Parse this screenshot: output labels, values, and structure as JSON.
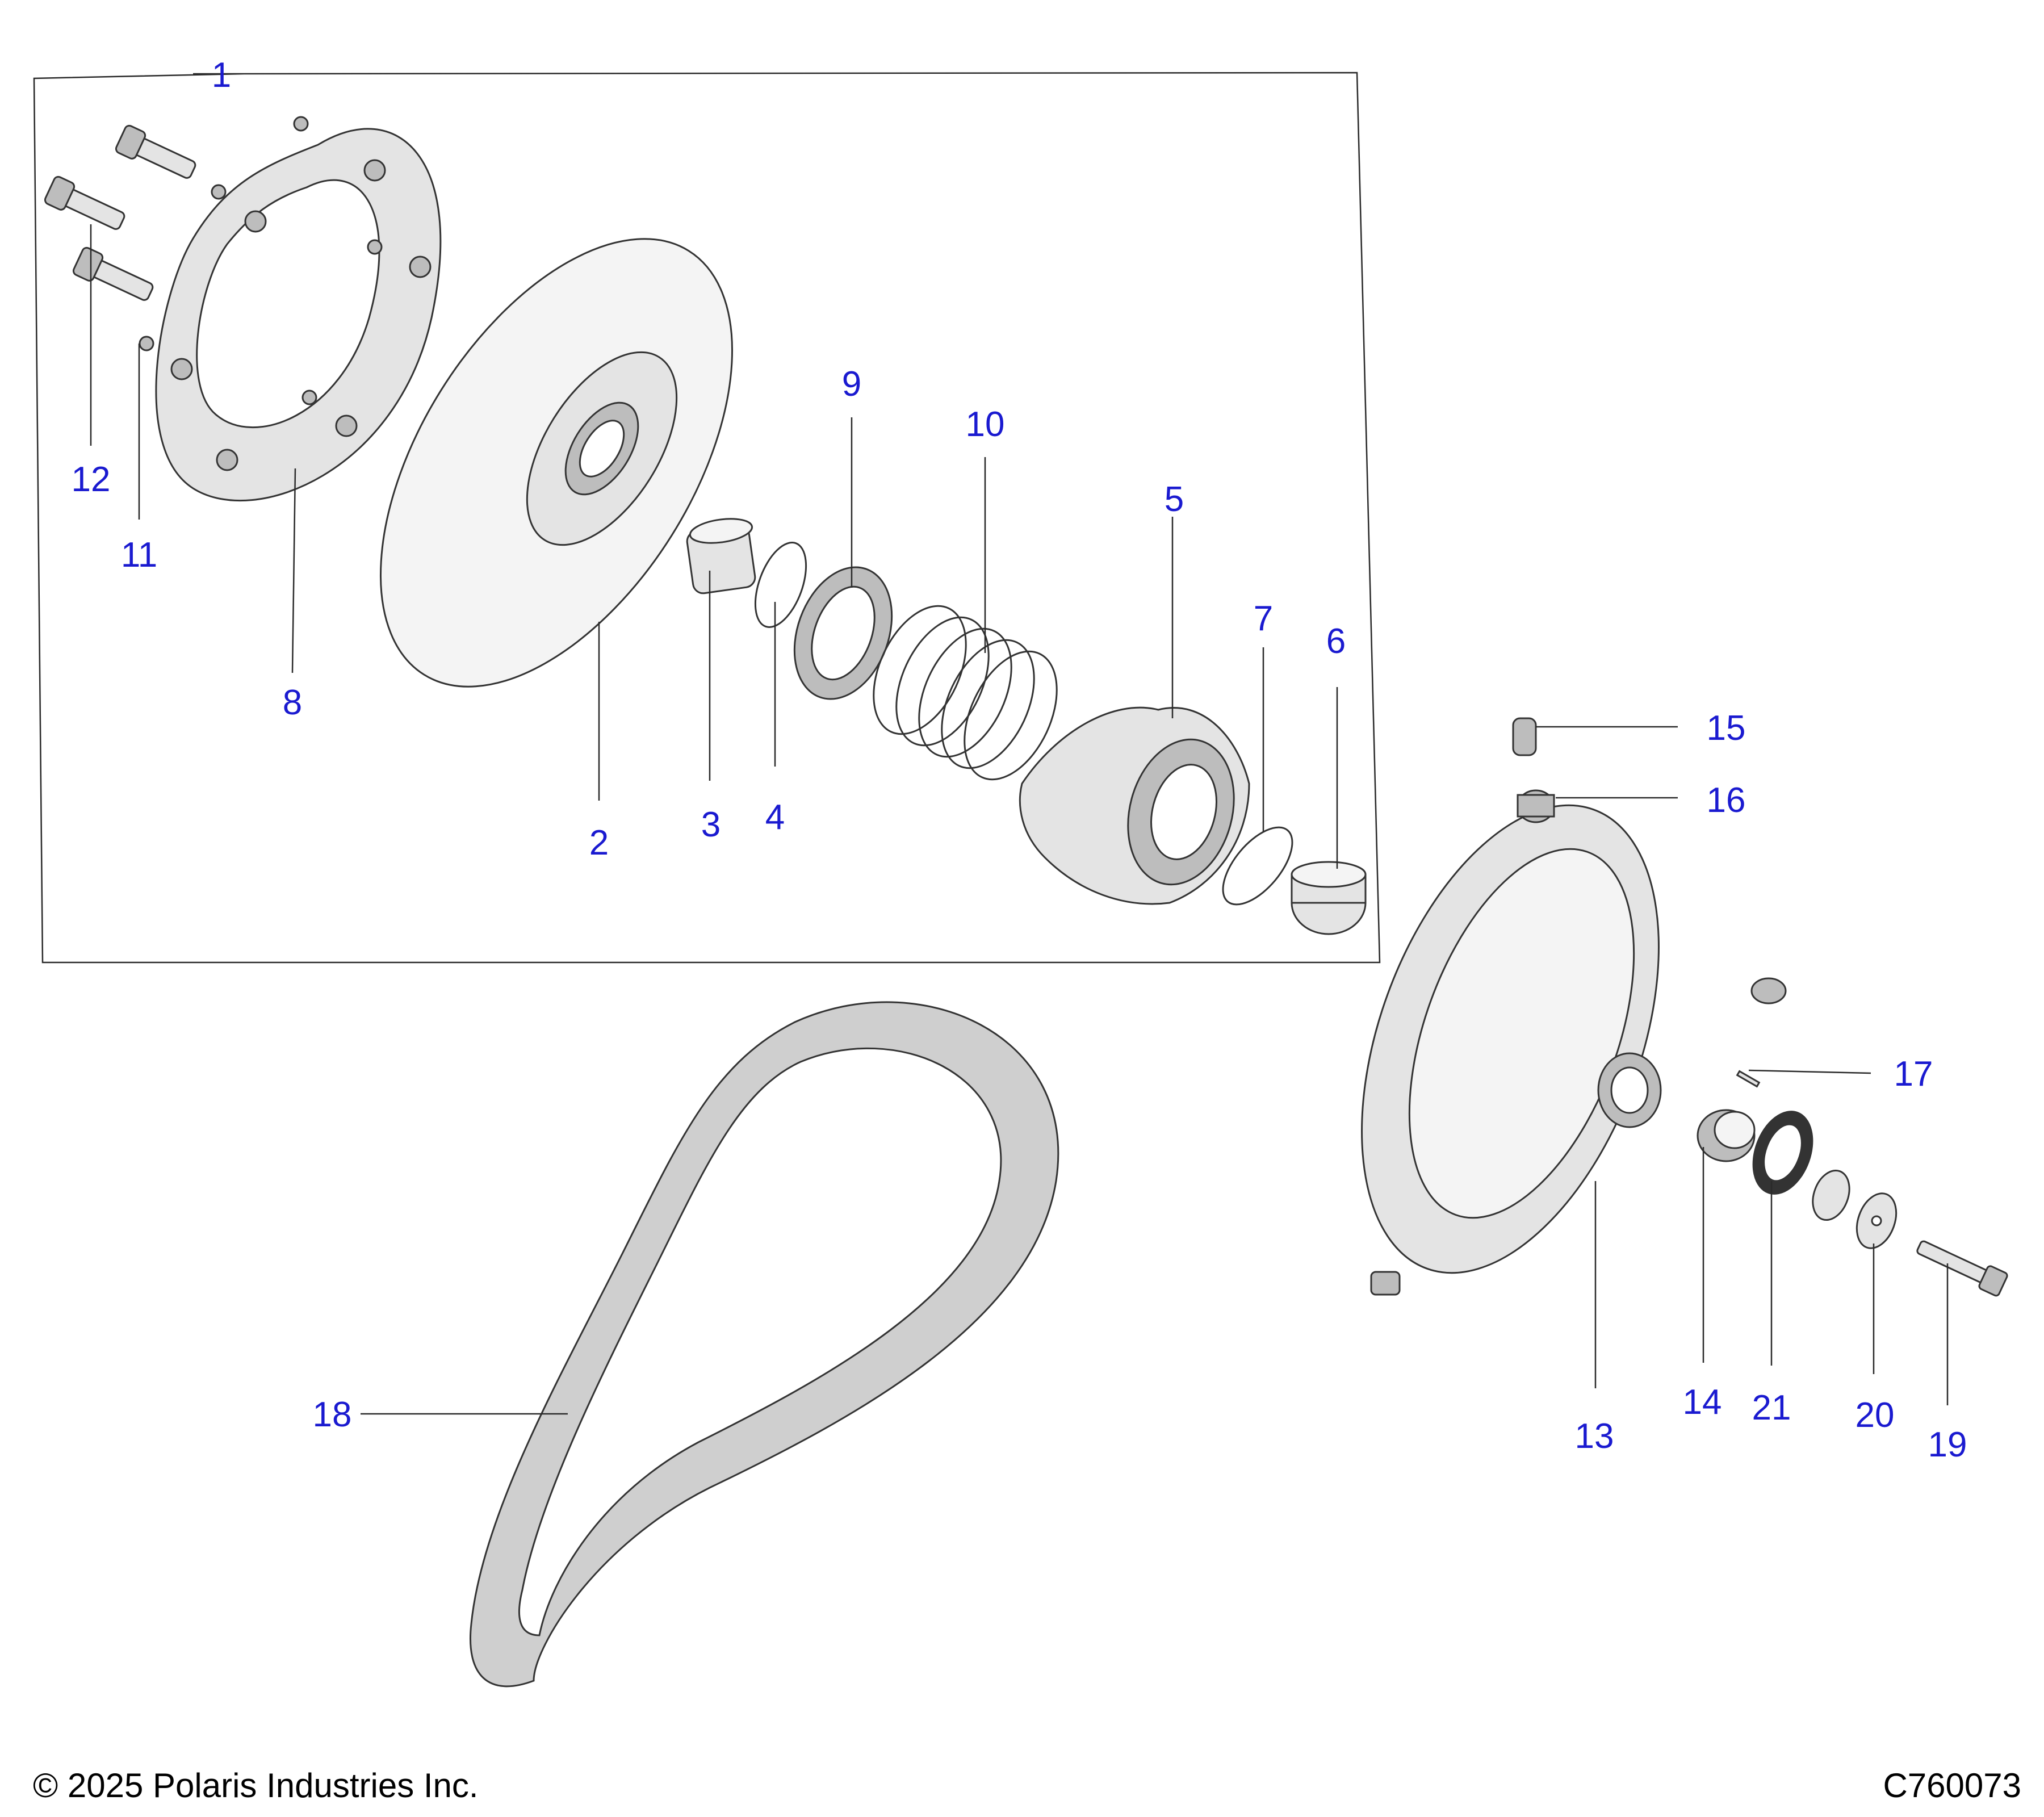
{
  "diagram": {
    "callouts": [
      {
        "id": "1",
        "label": "1"
      },
      {
        "id": "2",
        "label": "2"
      },
      {
        "id": "3",
        "label": "3"
      },
      {
        "id": "4",
        "label": "4"
      },
      {
        "id": "5",
        "label": "5"
      },
      {
        "id": "6",
        "label": "6"
      },
      {
        "id": "7",
        "label": "7"
      },
      {
        "id": "8",
        "label": "8"
      },
      {
        "id": "9",
        "label": "9"
      },
      {
        "id": "10",
        "label": "10"
      },
      {
        "id": "11",
        "label": "11"
      },
      {
        "id": "12",
        "label": "12"
      },
      {
        "id": "13",
        "label": "13"
      },
      {
        "id": "14",
        "label": "14"
      },
      {
        "id": "15",
        "label": "15"
      },
      {
        "id": "16",
        "label": "16"
      },
      {
        "id": "17",
        "label": "17"
      },
      {
        "id": "18",
        "label": "18"
      },
      {
        "id": "19",
        "label": "19"
      },
      {
        "id": "20",
        "label": "20"
      },
      {
        "id": "21",
        "label": "21"
      }
    ]
  },
  "footer": {
    "copyright": "© 2025 Polaris Industries Inc.",
    "drawing_id": "C760073"
  }
}
